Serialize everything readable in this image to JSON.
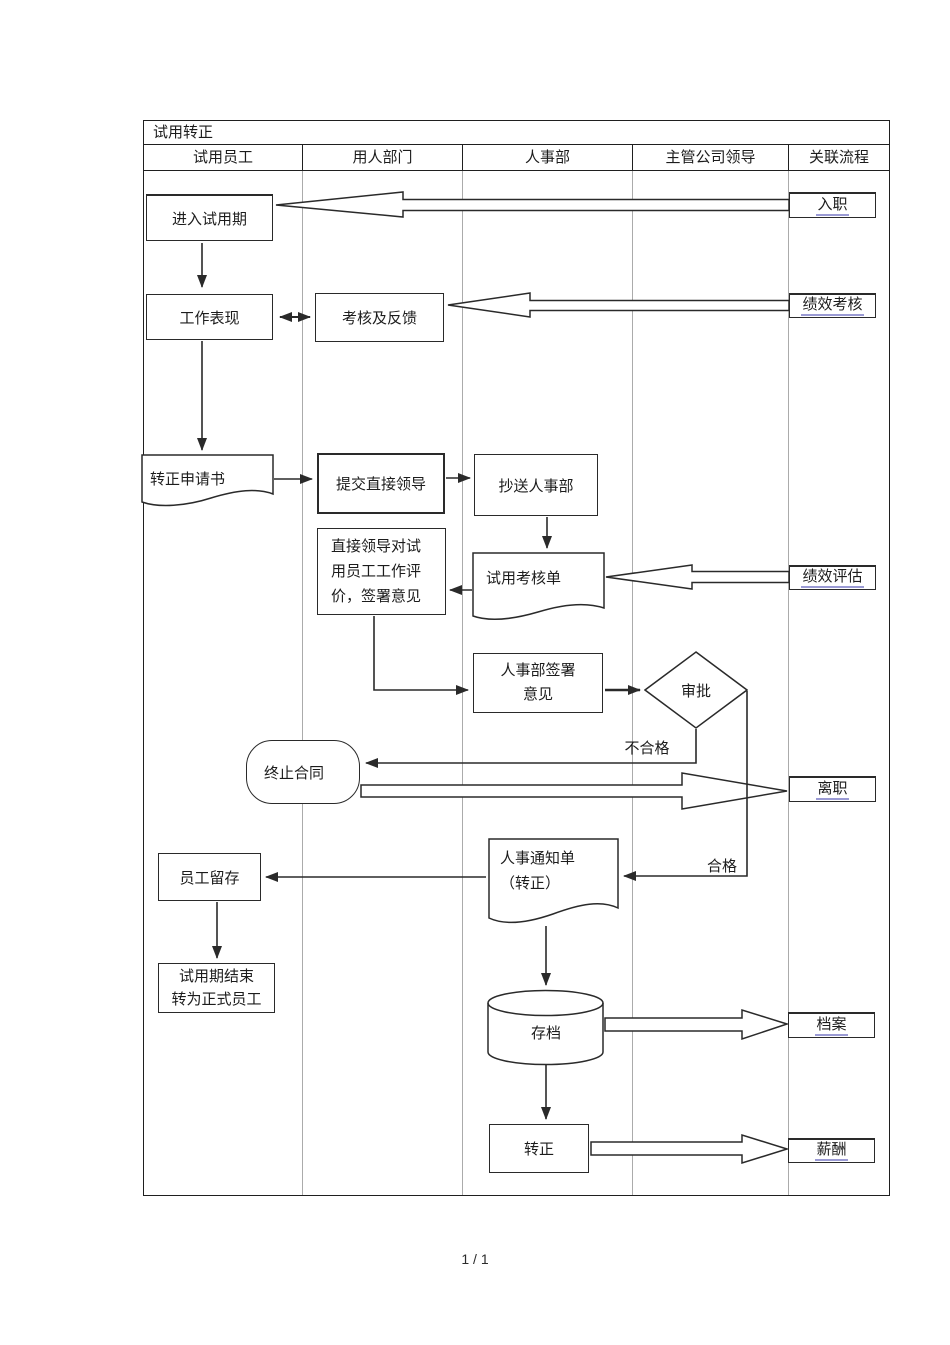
{
  "title": "试用转正",
  "lanes": [
    "试用员工",
    "用人部门",
    "人事部",
    "主管公司领导",
    "关联流程"
  ],
  "nodes": {
    "enter_probation": "进入试用期",
    "work_performance": "工作表现",
    "assess_feedback": "考核及反馈",
    "transfer_application": "转正申请书",
    "submit_leader": "提交直接领导",
    "copy_hr": "抄送人事部",
    "probation_form": "试用考核单",
    "leader_review": [
      "直接领导对试",
      "用员工工作评",
      "价，签署意见"
    ],
    "hr_sign": [
      "人事部签署",
      "意见"
    ],
    "approval": "审批",
    "terminate_contract": "终止合同",
    "hr_notice": [
      "人事通知单",
      "（转正）"
    ],
    "employee_retain": "员工留存",
    "probation_end": [
      "试用期结束",
      "转为正式员工"
    ],
    "archive": "存档",
    "regularization": "转正"
  },
  "links": {
    "onboarding": "入职",
    "performance_review": "绩效考核",
    "performance_evaluation": "绩效评估",
    "resignation": "离职",
    "archives": "档案",
    "salary": "薪酬"
  },
  "labels": {
    "fail": "不合格",
    "pass": "合格"
  },
  "footer": "1 / 1",
  "colors": {
    "stroke": "#2a2a2a",
    "lane_line": "#ababab",
    "link_underline": "#9a9ad4"
  }
}
